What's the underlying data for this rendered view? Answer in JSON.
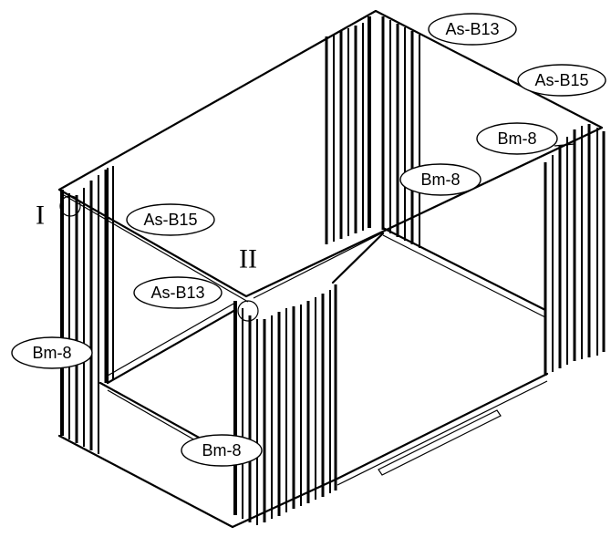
{
  "labels": {
    "as_b13_top": "As-B13",
    "as_b15_right": "As-B15",
    "bm8_right": "Bm-8",
    "bm8_back": "Bm-8",
    "as_b15_left": "As-B15",
    "as_b13_left": "As-B13",
    "bm8_left": "Bm-8",
    "bm8_front": "Bm-8"
  },
  "markers": {
    "detail_one": "I",
    "detail_two": "II"
  }
}
